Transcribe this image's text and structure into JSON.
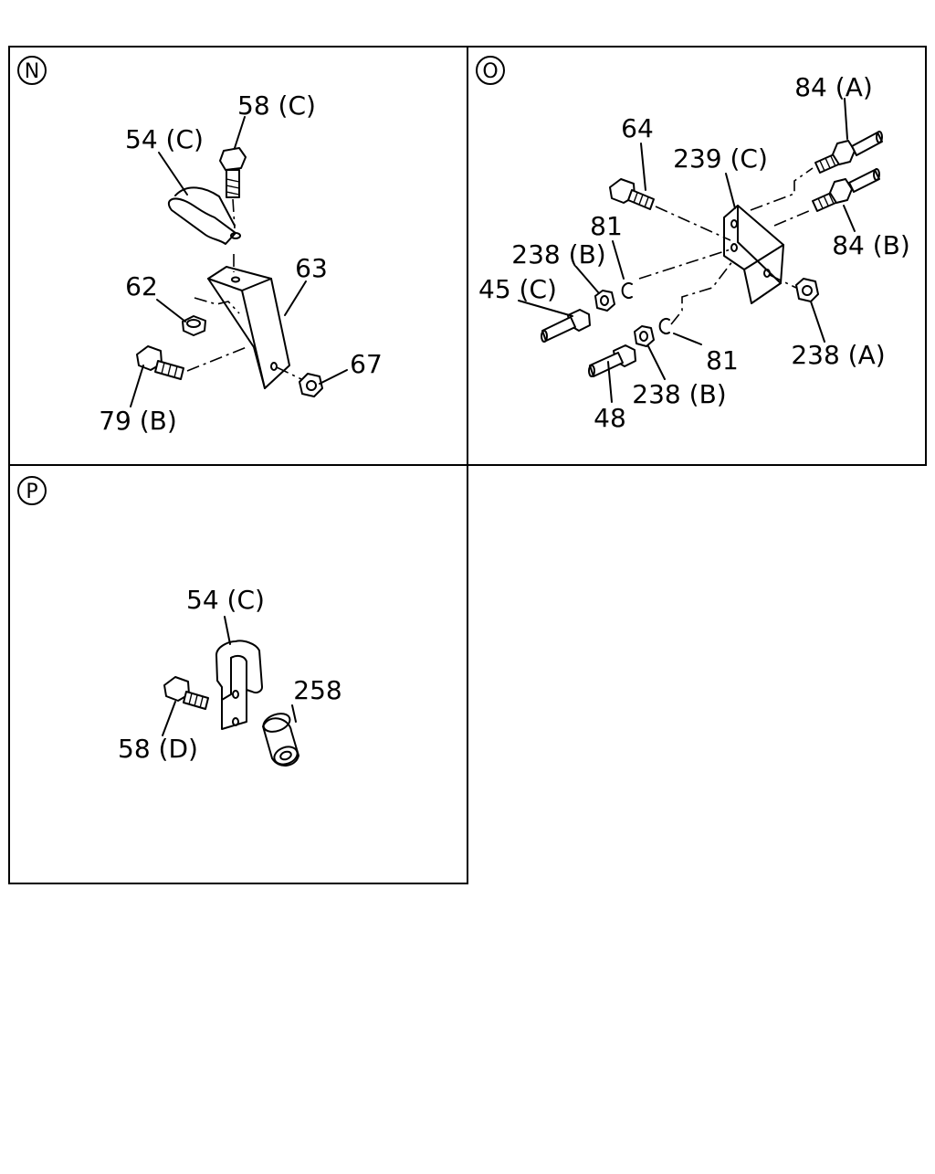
{
  "panels": [
    {
      "id": "N",
      "callouts": [
        "58 (C)",
        "54 (C)",
        "63",
        "62",
        "67",
        "79 (B)"
      ]
    },
    {
      "id": "O",
      "callouts": [
        "84 (A)",
        "64",
        "239 (C)",
        "81",
        "238 (B)",
        "84 (B)",
        "45 (C)",
        "238 (A)",
        "81",
        "238 (B)",
        "48"
      ]
    },
    {
      "id": "P",
      "callouts": [
        "54 (C)",
        "258",
        "58 (D)"
      ]
    }
  ]
}
